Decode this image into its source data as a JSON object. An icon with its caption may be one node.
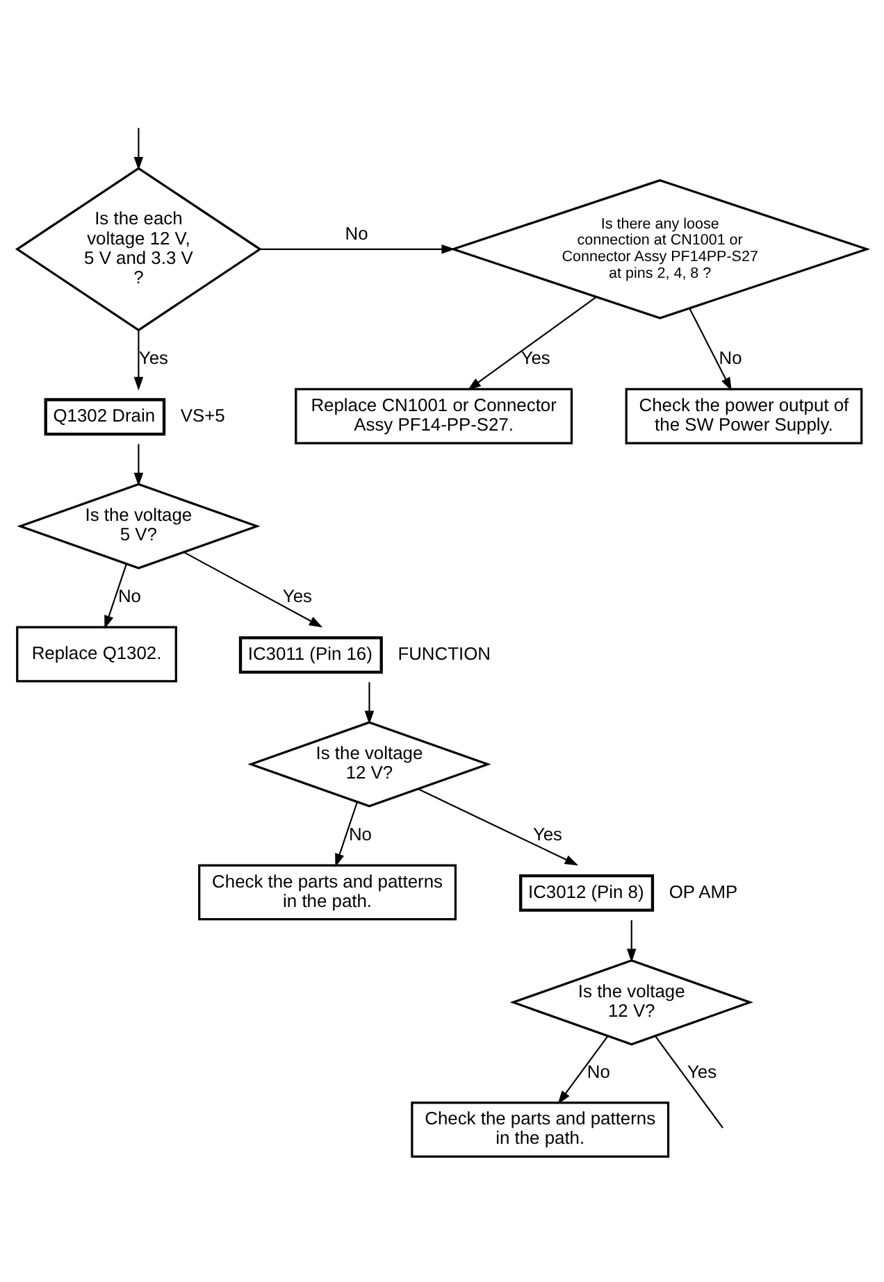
{
  "diagram": {
    "nodes": [
      {
        "text": [
          "Is the each voltage 12 V, 5 V and 3.3 V ?"
        ]
      },
      {
        "text": [
          "Is there any loose connection at CN1001 or Connector Assy PF14PP-S27 at pins 2, 4, 8 ?"
        ]
      },
      {
        "text": [
          "Replace CN1001 or Connector Assy PF14-PP-S27."
        ]
      },
      {
        "text": [
          "Check the power output of the SW Power Supply."
        ]
      },
      {
        "text": [
          "Q1302 Drain"
        ],
        "beside": [
          "VS+5"
        ]
      },
      {
        "text": [
          "Is the voltage 5 V?"
        ]
      },
      {
        "text": [
          "Replace Q1302."
        ]
      },
      {
        "text": [
          "IC3011 (Pin 16)"
        ],
        "beside": [
          "FUNCTION"
        ]
      },
      {
        "text": [
          "Is the voltage 12 V?"
        ]
      },
      {
        "text": [
          "Check the parts and patterns in the path."
        ]
      },
      {
        "text": [
          "IC3012 (Pin 8)"
        ],
        "beside": [
          "OP AMP"
        ]
      },
      {
        "text": [
          "Is the voltage 12 V?"
        ]
      },
      {
        "text": [
          "Check the parts and patterns in the path."
        ]
      }
    ],
    "edges": [
      {
        "from": null,
        "to": 0,
        "arrow": "to"
      },
      {
        "from": 0,
        "to": 1,
        "label": "No",
        "arrow": "to"
      },
      {
        "from": 1,
        "to": 2,
        "label": "Yes",
        "arrow": "to"
      },
      {
        "from": 1,
        "to": 3,
        "label": "No",
        "arrow": "to"
      },
      {
        "from": 0,
        "to": 4,
        "label": "Yes",
        "arrow": "to"
      },
      {
        "from": 4,
        "to": 5,
        "arrow": "to"
      },
      {
        "from": 5,
        "to": 6,
        "label": "No",
        "arrow": "to"
      },
      {
        "from": 5,
        "to": 7,
        "label": "Yes",
        "arrow": "to"
      },
      {
        "from": 7,
        "to": 8,
        "arrow": "to"
      },
      {
        "from": 8,
        "to": 9,
        "label": "No",
        "arrow": "to"
      },
      {
        "from": 8,
        "to": 10,
        "label": "Yes",
        "arrow": "to"
      },
      {
        "from": 10,
        "to": 11,
        "arrow": "to"
      },
      {
        "from": 11,
        "to": 12,
        "label": "No",
        "arrow": "to"
      },
      {
        "from": 11,
        "to": null,
        "label": "Yes",
        "arrow": "none"
      }
    ]
  }
}
